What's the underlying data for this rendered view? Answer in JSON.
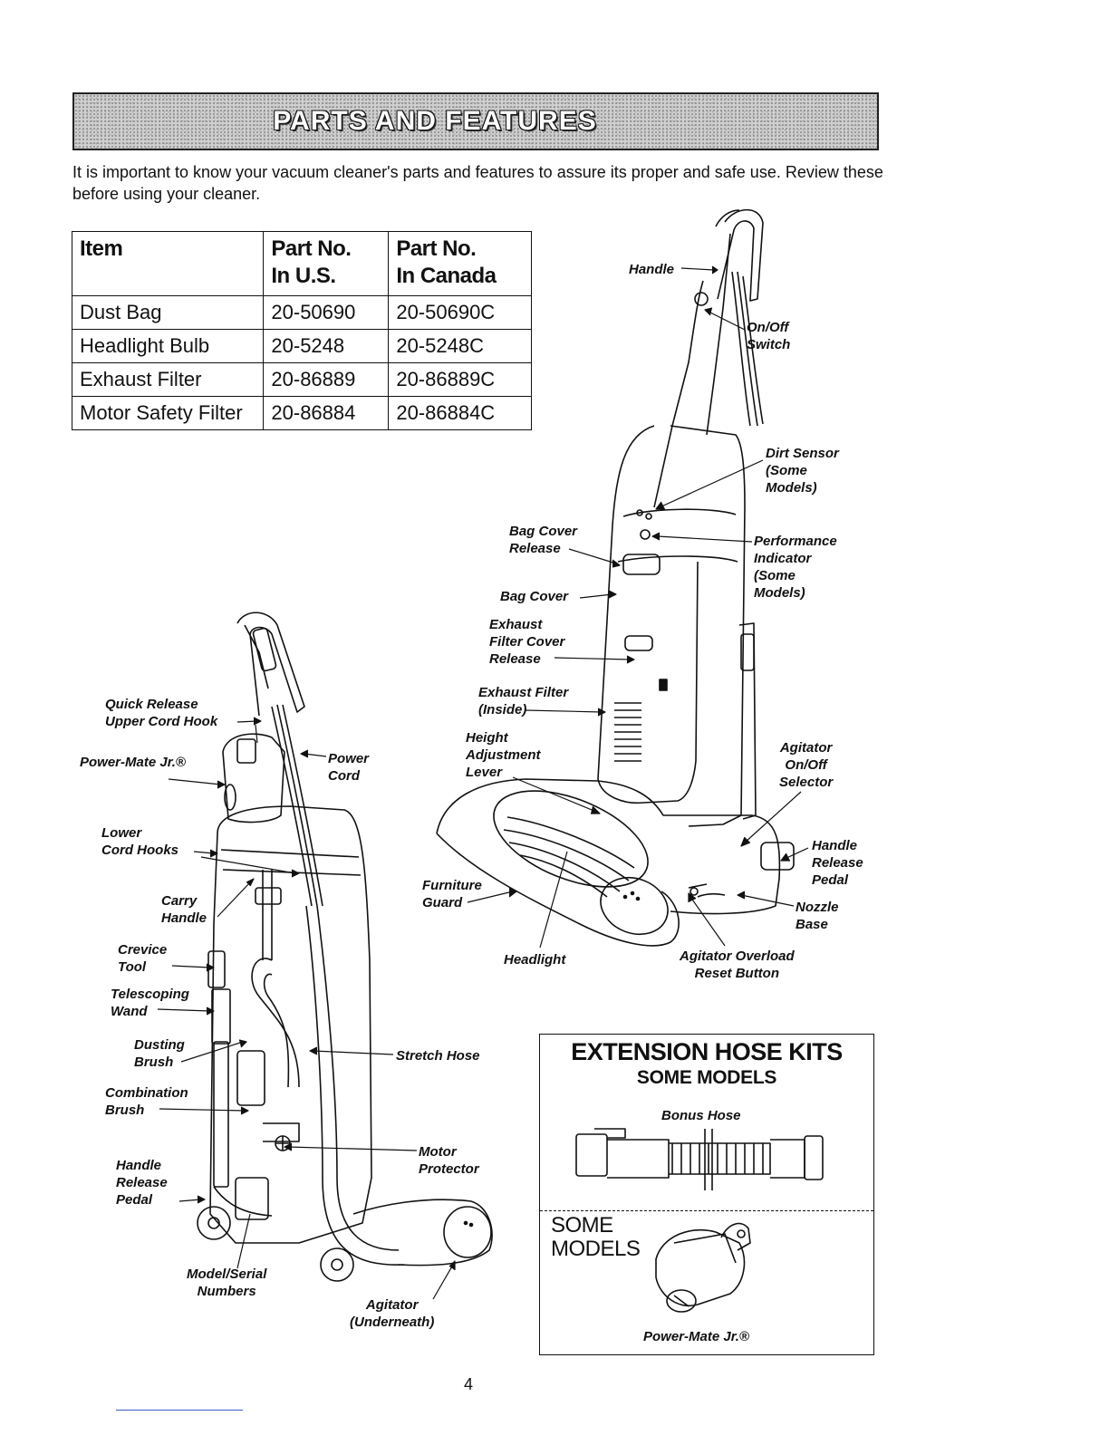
{
  "banner": {
    "title": "PARTS AND FEATURES"
  },
  "intro": "It is important to know your vacuum cleaner's parts and features to assure its proper and safe use. Review these before using your cleaner.",
  "parts_table": {
    "headers": [
      "Item",
      "Part No.\nIn U.S.",
      "Part No.\nIn Canada"
    ],
    "rows": [
      [
        "Dust Bag",
        "20-50690",
        "20-50690C"
      ],
      [
        "Headlight Bulb",
        "20-5248",
        "20-5248C"
      ],
      [
        "Exhaust Filter",
        "20-86889",
        "20-86889C"
      ],
      [
        "Motor Safety Filter",
        "20-86884",
        "20-86884C"
      ]
    ]
  },
  "labels": {
    "handle": "Handle",
    "on_off_switch": "On/Off\nSwitch",
    "dirt_sensor": "Dirt Sensor\n(Some\nModels)",
    "bag_cover_release": "Bag Cover\nRelease",
    "performance_indicator": "Performance\nIndicator\n(Some\nModels)",
    "bag_cover": "Bag Cover",
    "exhaust_filter_cover_release": "Exhaust\nFilter Cover\nRelease",
    "exhaust_filter": "Exhaust Filter\n(Inside)",
    "height_adjustment_lever": "Height\nAdjustment\nLever",
    "agitator_on_off_selector": "Agitator\nOn/Off\nSelector",
    "handle_release_pedal_right": "Handle\nRelease\nPedal",
    "furniture_guard": "Furniture\nGuard",
    "nozzle_base": "Nozzle\nBase",
    "headlight": "Headlight",
    "agitator_overload_reset": "Agitator Overload\nReset Button",
    "quick_release_hook": "Quick Release\nUpper Cord Hook",
    "power_mate_jr": "Power-Mate Jr.®",
    "power_cord": "Power\nCord",
    "lower_cord_hooks": "Lower\nCord Hooks",
    "carry_handle": "Carry\nHandle",
    "crevice_tool": "Crevice\nTool",
    "telescoping_wand": "Telescoping\nWand",
    "dusting_brush": "Dusting\nBrush",
    "stretch_hose": "Stretch Hose",
    "combination_brush": "Combination\nBrush",
    "motor_protector": "Motor\nProtector",
    "handle_release_pedal_left": "Handle\nRelease\nPedal",
    "model_serial_numbers": "Model/Serial\nNumbers",
    "agitator_underneath": "Agitator\n(Underneath)"
  },
  "extension_kits": {
    "title": "EXTENSION HOSE KITS",
    "subtitle": "SOME MODELS",
    "bonus_hose_label": "Bonus Hose",
    "some_models": "SOME\nMODELS",
    "power_mate_label": "Power-Mate Jr.®"
  },
  "page_number": "4"
}
